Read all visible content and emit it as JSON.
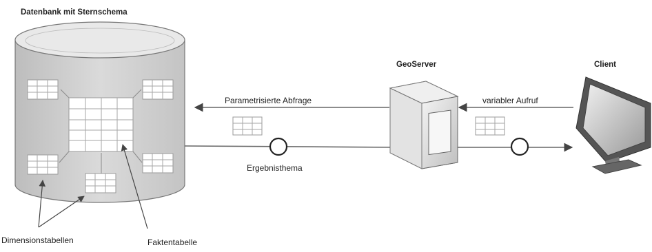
{
  "labels": {
    "database_title": "Datenbank mit Sternschema",
    "geoserver": "GeoServer",
    "client": "Client",
    "query": "Parametrisierte Abfrage",
    "call": "variabler Aufruf",
    "result": "Ergebnisthema",
    "dimension_tables": "Dimensionstabellen",
    "fact_table": "Faktentabelle"
  },
  "colors": {
    "cylinder_fill": "#d4d4d4",
    "cylinder_top": "#e6e6e6",
    "arrow": "#555555",
    "table_fill": "#ffffff",
    "table_line": "#9a9a9a"
  }
}
